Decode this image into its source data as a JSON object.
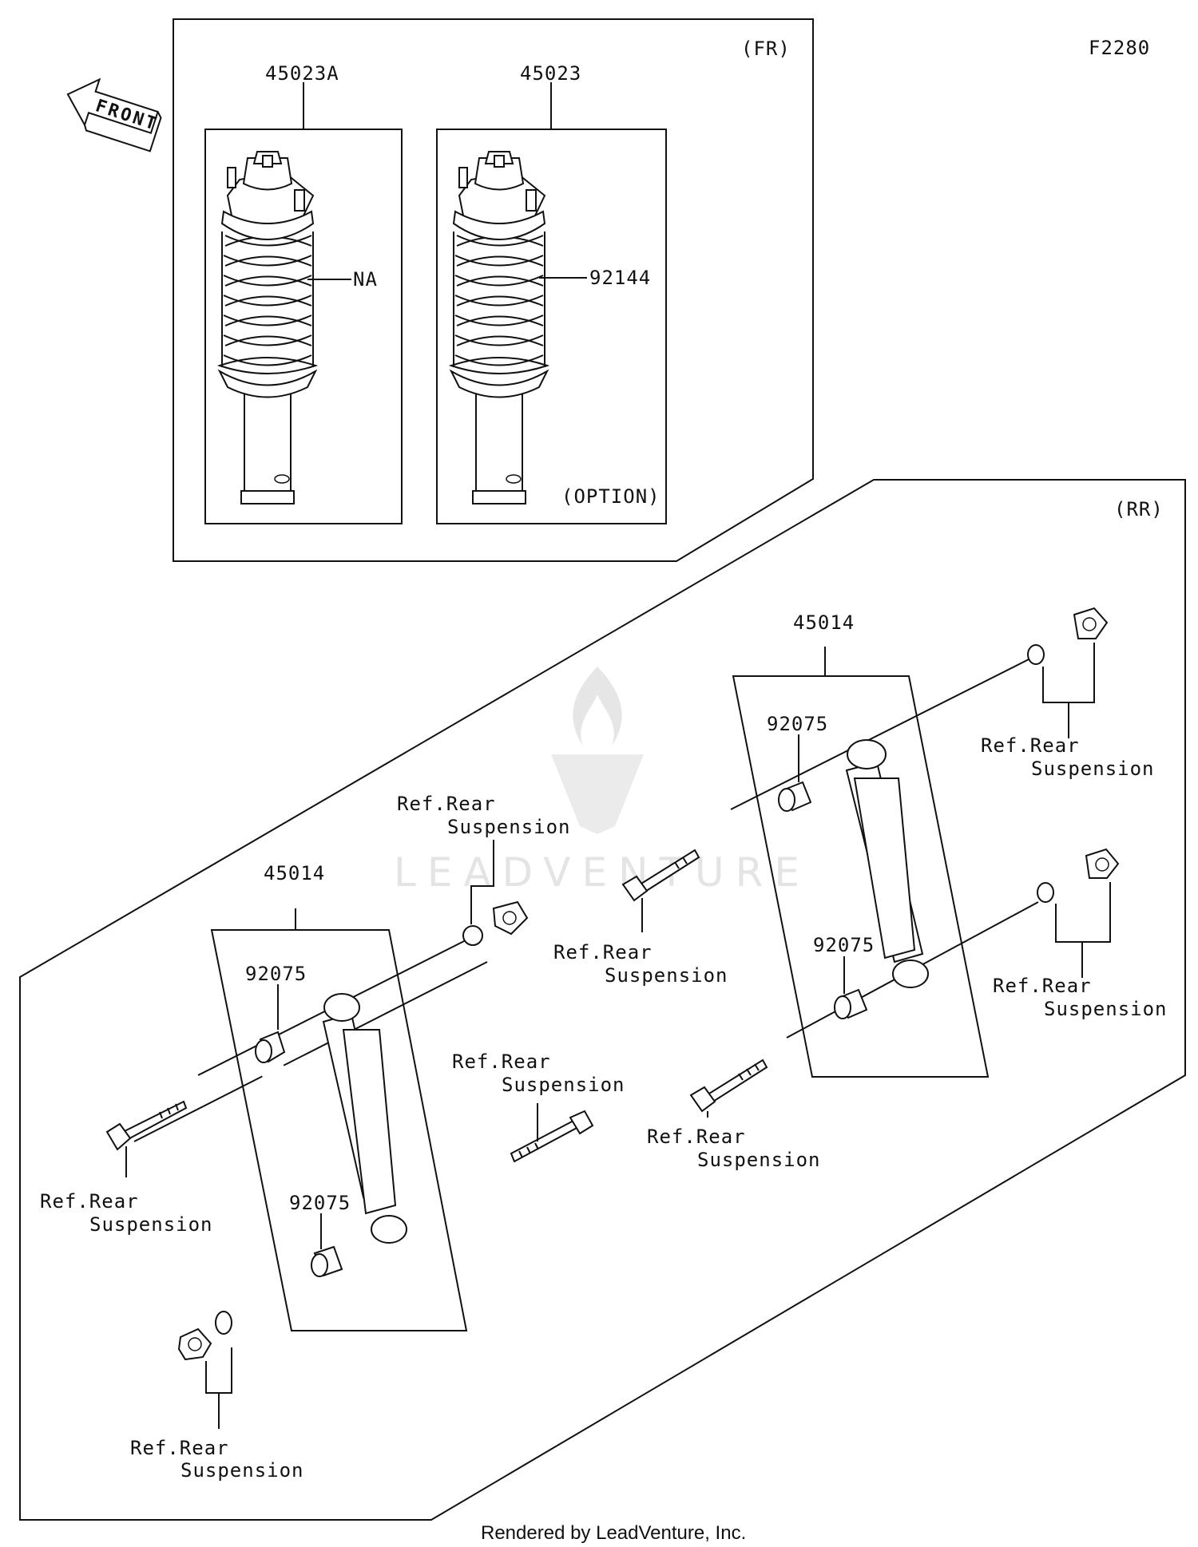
{
  "diagram_code": "F2280",
  "watermark": "LEADVENTURE",
  "footer": "Rendered by LeadVenture, Inc.",
  "front_arrow": {
    "label": "FRONT",
    "icon": "front-direction-arrow-icon"
  },
  "front_group": {
    "label": "(FR)",
    "assemblies": [
      {
        "part_number": "45023A",
        "spring_part": "NA"
      },
      {
        "part_number": "45023",
        "spring_part": "92144",
        "note": "(OPTION)"
      }
    ]
  },
  "rear_group": {
    "label": "(RR)",
    "left_shock": {
      "part_number": "45014",
      "bushing_upper": "92075",
      "bushing_lower": "92075",
      "ref_upper_nut": [
        "Ref.Rear",
        "Suspension"
      ],
      "ref_upper_bolt": [
        "Ref.Rear",
        "Suspension"
      ],
      "ref_lower_bolt": [
        "Ref.Rear",
        "Suspension"
      ],
      "ref_lower_nut": [
        "Ref.Rear",
        "Suspension"
      ]
    },
    "right_shock": {
      "part_number": "45014",
      "bushing_upper": "92075",
      "bushing_lower": "92075",
      "ref_upper_nut": [
        "Ref.Rear",
        "Suspension"
      ],
      "ref_upper_bolt": [
        "Ref.Rear",
        "Suspension"
      ],
      "ref_lower_nut": [
        "Ref.Rear",
        "Suspension"
      ],
      "ref_lower_bolt": [
        "Ref.Rear",
        "Suspension"
      ]
    }
  }
}
